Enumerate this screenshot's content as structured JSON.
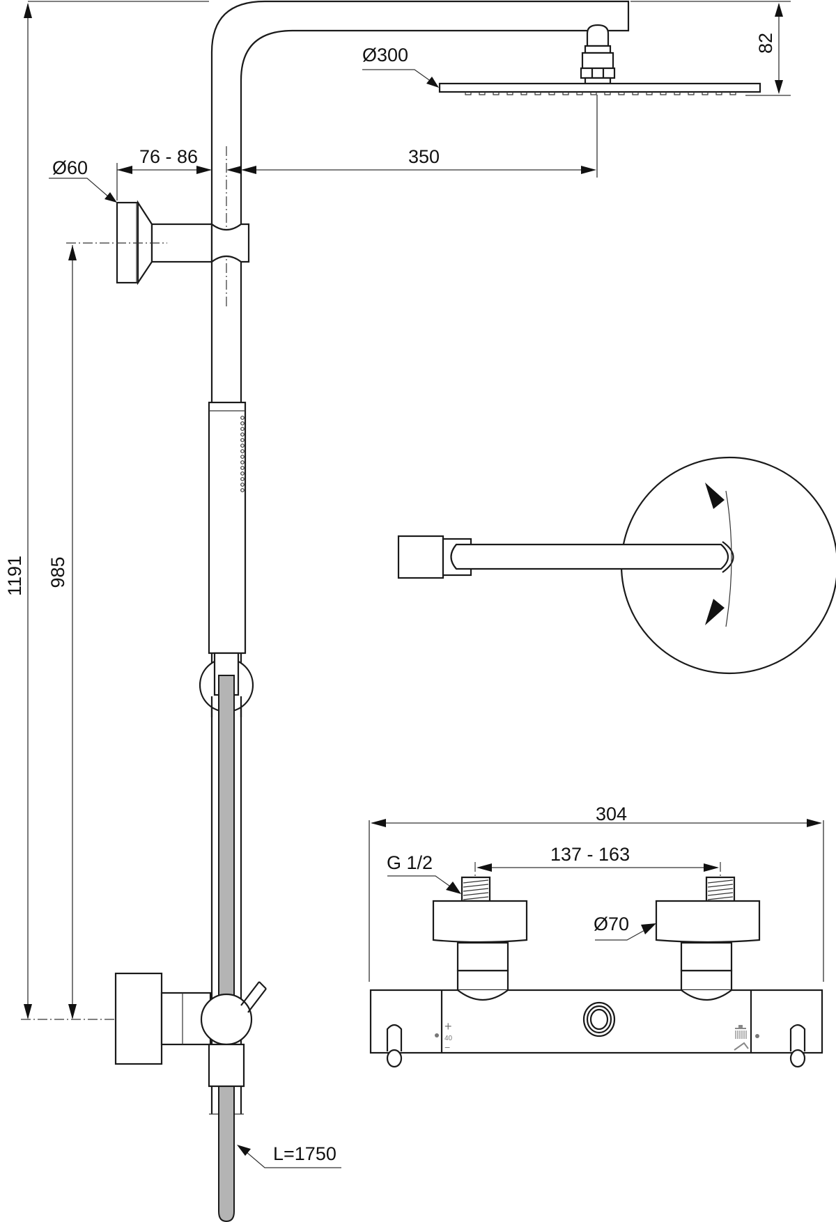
{
  "drawing": {
    "title": "Shower system technical drawing",
    "units": "mm",
    "views": [
      "front-elevation",
      "top-view-shower-arm",
      "thermostatic-mixer-front"
    ]
  },
  "dimensions": {
    "overall_height": "1191",
    "mixer_to_bracket_height": "985",
    "wall_to_rail_distance": "76 - 86",
    "arm_projection": "350",
    "head_drop": "82",
    "head_diameter": "Ø300",
    "wall_flange_diameter": "Ø60",
    "hose_length": "L=1750",
    "mixer_width": "304",
    "inlet_centres": "137 - 163",
    "inlet_thread": "G 1/2",
    "inlet_cover_diameter": "Ø70"
  },
  "mixer_symbols": {
    "temp_plus": "+",
    "temp_value": "40",
    "temp_minus": "−",
    "outlet_head_icon": "shower-head-icon",
    "outlet_hand_icon": "hand-shower-icon"
  },
  "colors": {
    "line": "#1a1a1a",
    "hose_fill": "#b4b4b4",
    "symbol_grey": "#777777",
    "background": "#ffffff"
  }
}
